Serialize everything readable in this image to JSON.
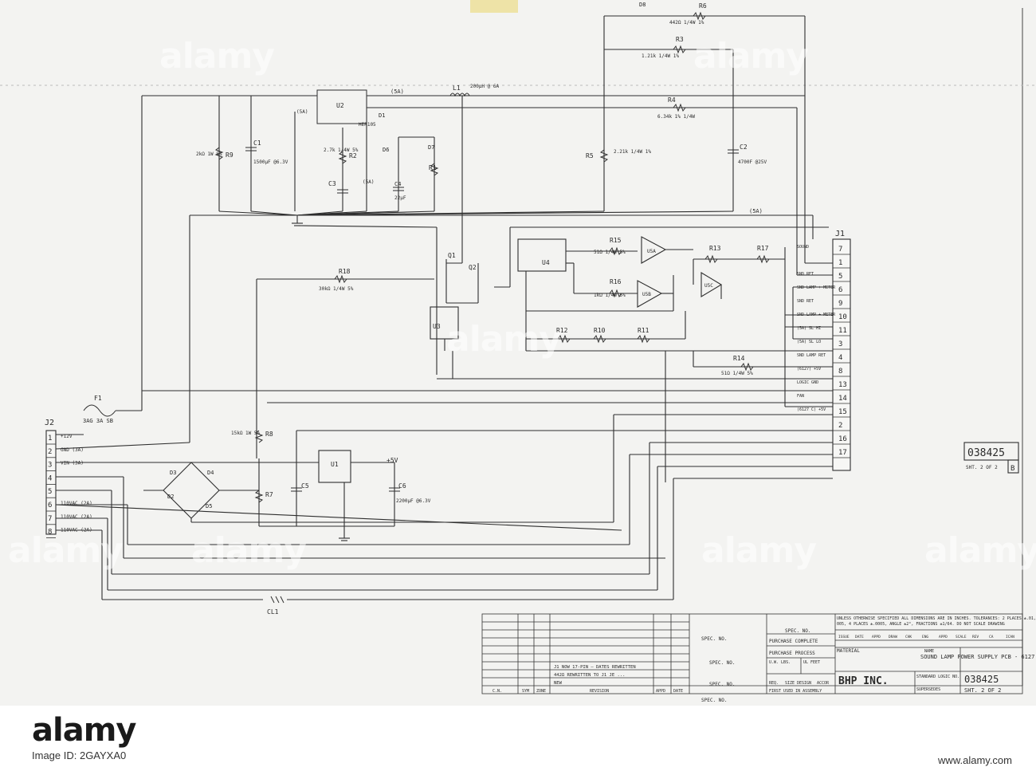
{
  "drawing": {
    "doc_number": "038425",
    "sheet_label": "SHT. 2 OF 2",
    "revision_letter": "B",
    "company": "BHP INC.",
    "name_block": "SOUND LAMP POWER SUPPLY PCB - 6127",
    "title_number": "038425",
    "title_sheet": "SHT. 2 OF 2"
  },
  "labels": {
    "J2": "J2",
    "J1": "J1",
    "F1": "F1",
    "F1_spec": "3AG 3A SB",
    "CL1": "CL1",
    "U1": "U1",
    "U2": "U2",
    "U3": "U3",
    "U4": "U4",
    "U5A": "U5A",
    "U5B": "U5B",
    "U5C": "U5C",
    "Q1": "Q1",
    "Q2": "Q2",
    "L1": "L1",
    "L1_val": "200μH @ 6A",
    "C1": "C1",
    "C1_val": "1500μF @6.3V",
    "C2": "C2",
    "C2_val": "4700F @25V",
    "C3": "C3",
    "C4": "C4",
    "C4_val": "22μF",
    "C5": "C5",
    "C6": "C6",
    "C6_val": "2200μF @6.3V",
    "R1": "R1",
    "R2": "R2",
    "R2_val": "2.7k 1/4W 5%",
    "R3": "R3",
    "R3_val": "1.21k 1/4W 1%",
    "R4": "R4",
    "R4_val": "6.34k 1% 1/4W",
    "R5": "R5",
    "R5_val": "2.21k 1/4W 1%",
    "R6": "R6",
    "R6_val": "442Ω 1/4W 1%",
    "R7": "R7",
    "R8": "R8",
    "R8_val": "15kΩ 1W 5%",
    "R9": "R9",
    "R9_val": "2kΩ 1W 5%",
    "R10": "R10",
    "R11": "R11",
    "R12": "R12",
    "R13": "R13",
    "R14": "R14",
    "R14_val": "51Ω 1/4W 5%",
    "R15": "R15",
    "R15_val": "51Ω 1/4W 5%",
    "R16": "R16",
    "R16_val": "1kΩ 1/4W 5%",
    "R17": "R17",
    "R18": "R18",
    "R18_val": "30kΩ 1/4W 5%",
    "D1": "D1",
    "D1_val": "HER105",
    "D2": "D2",
    "D3": "D3",
    "D4": "D4",
    "D5": "D5",
    "D6": "D6",
    "D7": "D7",
    "D8": "D8",
    "plus5v": "+5V",
    "fiveA": "(5A)",
    "threeA": "(3A)",
    "twoA": "(2A)"
  },
  "j2_pins": [
    {
      "num": "1",
      "label": "+12V"
    },
    {
      "num": "2",
      "label": "GND (3A)"
    },
    {
      "num": "3",
      "label": "VIN (3A)"
    },
    {
      "num": "4",
      "label": ""
    },
    {
      "num": "5",
      "label": ""
    },
    {
      "num": "6",
      "label": "110VAC (2A)"
    },
    {
      "num": "7",
      "label": "110VAC (2A)"
    },
    {
      "num": "8",
      "label": "110VAC (2A)"
    }
  ],
  "j1_pins": [
    {
      "num": "7",
      "label": "SOUND"
    },
    {
      "num": "1",
      "label": ""
    },
    {
      "num": "5",
      "label": "SND RET"
    },
    {
      "num": "6",
      "label": "SND LAMP + METER"
    },
    {
      "num": "9",
      "label": "SND RET"
    },
    {
      "num": "10",
      "label": "SND LAMP + METER"
    },
    {
      "num": "11",
      "label": "(5A) SL HI"
    },
    {
      "num": "3",
      "label": "(5A) SL LO"
    },
    {
      "num": "4",
      "label": "SND LAMP RET"
    },
    {
      "num": "8",
      "label": "(6127) +5V"
    },
    {
      "num": "13",
      "label": "LOGIC GND"
    },
    {
      "num": "14",
      "label": "FAN"
    },
    {
      "num": "15",
      "label": "(6127 C) +5V"
    },
    {
      "num": "2",
      "label": ""
    },
    {
      "num": "16",
      "label": ""
    },
    {
      "num": "17",
      "label": ""
    }
  ],
  "title_block": {
    "notes": "UNLESS OTHERWISE SPECIFIED ALL DIMENSIONS ARE IN INCHES. TOLERANCES: 2 PLACES ±.01, 3 PLACES ±.005, 4 PLACES ±.0005, ANGLE ±2°, FRACTIONS ±1/64. DO NOT SCALE DRAWING",
    "spec_no": "SPEC. NO.",
    "purchase_complete": "PURCHASE COMPLETE",
    "purchase_process": "PURCHASE PROCESS",
    "uw_lbs": "U.W. LBS.",
    "ul_feet": "UL FEET",
    "material": "MATERIAL",
    "name": "NAME",
    "req": "REQ.",
    "size": "SIZE",
    "design": "DESIGN",
    "accor": "ACCOR",
    "first_used": "FIRST USED IN ASSEMBLY",
    "standard_logic": "STANDARD LOGIC NO.",
    "supersedes": "SUPERSEDES",
    "col_headers": [
      "ISSUE",
      "DATE",
      "APPD",
      "DRAW",
      "CHK",
      "ENG",
      "APPD",
      "SCALE",
      "REV",
      "CA",
      "ICAN"
    ],
    "rev_headers": [
      "C.N.",
      "SYM",
      "ZONE",
      "REVISION",
      "APPD",
      "DATE"
    ],
    "rev_rows": [
      "J1 NOW 17-PIN — DATES REWRITTEN",
      "442Ω REWRITTEN TO J1   JE ... ",
      "NEW"
    ]
  },
  "stock": {
    "logo": "alamy",
    "image_id": "Image ID: 2GAYXA0",
    "url": "www.alamy.com",
    "watermarks": [
      "alamy",
      "alamy",
      "alamy",
      "alamy",
      "alamy",
      "alamy",
      "alamy"
    ]
  }
}
